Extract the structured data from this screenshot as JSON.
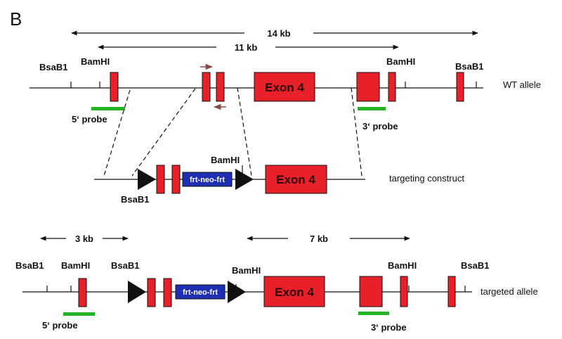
{
  "panel_label": "B",
  "colors": {
    "exon": "#e8202a",
    "neo": "#1f2fb3",
    "probe": "#23b324",
    "line": "#111111",
    "primer": "#8a4a4a"
  },
  "wt": {
    "label": "WT allele",
    "dist_14": "14 kb",
    "dist_11": "11 kb",
    "bsab1_left": "BsaB1",
    "bamhi_left": "BamHI",
    "bamhi_right": "BamHI",
    "bsab1_right": "BsaB1",
    "exon4": "Exon 4",
    "probe5": "5‘ probe",
    "probe3": "3‘ probe"
  },
  "construct": {
    "label": "targeting construct",
    "bsab1": "BsaB1",
    "bamhi": "BamHI",
    "neo": "frt-neo-frt",
    "exon4": "Exon 4"
  },
  "targeted": {
    "label": "targeted allele",
    "dist_3": "3 kb",
    "dist_7": "7 kb",
    "bsab1_left": "BsaB1",
    "bamhi_left": "BamHI",
    "bsab1_mid": "BsaB1",
    "bamhi_mid": "BamHI",
    "bamhi_right": "BamHI",
    "bsab1_right": "BsaB1",
    "neo": "frt-neo-frt",
    "exon4": "Exon 4",
    "probe5": "5‘ probe",
    "probe3": "3‘ probe"
  }
}
